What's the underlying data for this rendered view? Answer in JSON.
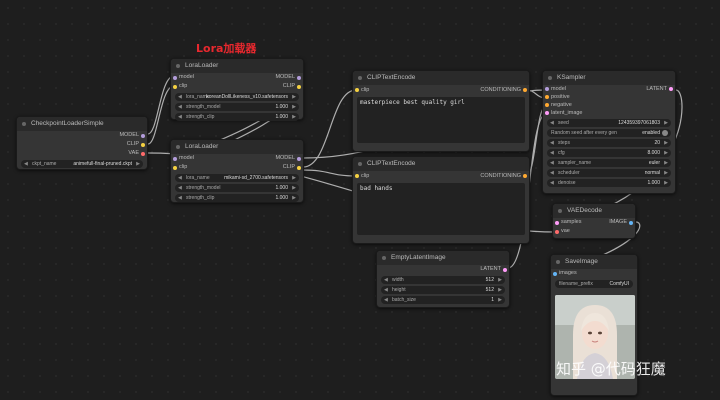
{
  "annotation": "Lora加载器",
  "watermark": "知乎 @代码狂魔",
  "colors": {
    "pin_model": "#b39ddb",
    "pin_clip": "#f5d142",
    "pin_vae": "#ff6b6b",
    "pin_conditioning": "#ffa931",
    "pin_latent": "#ff9cf9",
    "pin_image": "#64b5f6",
    "wire": "#c8c8c8"
  },
  "checkpoint": {
    "title": "CheckpointLoaderSimple",
    "outputs": [
      "MODEL",
      "CLIP",
      "VAE"
    ],
    "ckpt_label": "ckpt_name",
    "ckpt_value": "animefull-final-pruned.ckpt"
  },
  "lora1": {
    "title": "LoraLoader",
    "inputs": [
      "model",
      "clip"
    ],
    "outputs": [
      "MODEL",
      "CLIP"
    ],
    "lora_label": "lora_name",
    "lora_value": "koreanDollLikeness_v10.safetensors",
    "strength_model_label": "strength_model",
    "strength_model_value": "1.000",
    "strength_clip_label": "strength_clip",
    "strength_clip_value": "1.000"
  },
  "lora2": {
    "title": "LoraLoader",
    "inputs": [
      "model",
      "clip"
    ],
    "outputs": [
      "MODEL",
      "CLIP"
    ],
    "lora_label": "lora_name",
    "lora_value": "mikami-sd_2700.safetensors",
    "strength_model_label": "strength_model",
    "strength_model_value": "1.000",
    "strength_clip_label": "strength_clip",
    "strength_clip_value": "1.000"
  },
  "clip_pos": {
    "title": "CLIPTextEncode",
    "input": "clip",
    "output": "CONDITIONING",
    "text": "masterpiece best quality girl"
  },
  "clip_neg": {
    "title": "CLIPTextEncode",
    "input": "clip",
    "output": "CONDITIONING",
    "text": "bad hands"
  },
  "ksampler": {
    "title": "KSampler",
    "inputs": [
      "model",
      "positive",
      "negative",
      "latent_image"
    ],
    "output": "LATENT",
    "widgets": [
      {
        "label": "seed",
        "value": "124359397061803"
      },
      {
        "label": "steps",
        "value": "20"
      },
      {
        "label": "cfg",
        "value": "8.000"
      },
      {
        "label": "sampler_name",
        "value": "euler"
      },
      {
        "label": "scheduler",
        "value": "normal"
      },
      {
        "label": "denoise",
        "value": "1.000"
      }
    ],
    "random_seed_label": "Random seed after every gen",
    "random_seed_value": "enabled"
  },
  "vaedecode": {
    "title": "VAEDecode",
    "inputs": [
      "samples",
      "vae"
    ],
    "output": "IMAGE"
  },
  "latent": {
    "title": "EmptyLatentImage",
    "output": "LATENT",
    "widgets": [
      {
        "label": "width",
        "value": "512"
      },
      {
        "label": "height",
        "value": "512"
      },
      {
        "label": "batch_size",
        "value": "1"
      }
    ]
  },
  "saveimage": {
    "title": "SaveImage",
    "input": "images",
    "prefix_label": "filename_prefix",
    "prefix_value": "ComfyUI"
  }
}
